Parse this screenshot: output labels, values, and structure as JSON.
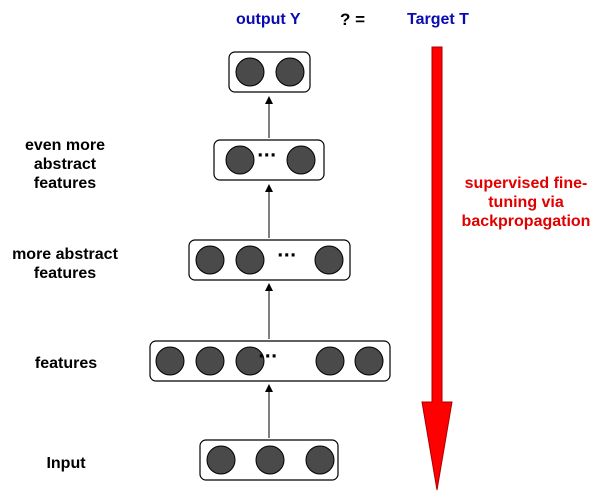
{
  "header": {
    "output_label": "output Y",
    "compare_label": "? =",
    "target_label": "Target T"
  },
  "layers": [
    {
      "label": "Input",
      "ellipsis": ""
    },
    {
      "label": "features",
      "ellipsis": "···"
    },
    {
      "label": "more abstract\nfeatures",
      "ellipsis": "···"
    },
    {
      "label": "even more\nabstract\nfeatures",
      "ellipsis": "···"
    },
    {
      "label": "",
      "ellipsis": ""
    }
  ],
  "finetune": {
    "label": "supervised fine-\ntuning via\nbackpropagation"
  },
  "colors": {
    "neuron_fill": "#4a4a4a",
    "neuron_stroke": "#000000",
    "box_stroke": "#000000",
    "arrow": "#000000",
    "big_arrow_fill": "#ff0000",
    "big_arrow_stroke": "#aa0000",
    "header_blue": "#0a0ab4",
    "finetune_red": "#e10000"
  }
}
